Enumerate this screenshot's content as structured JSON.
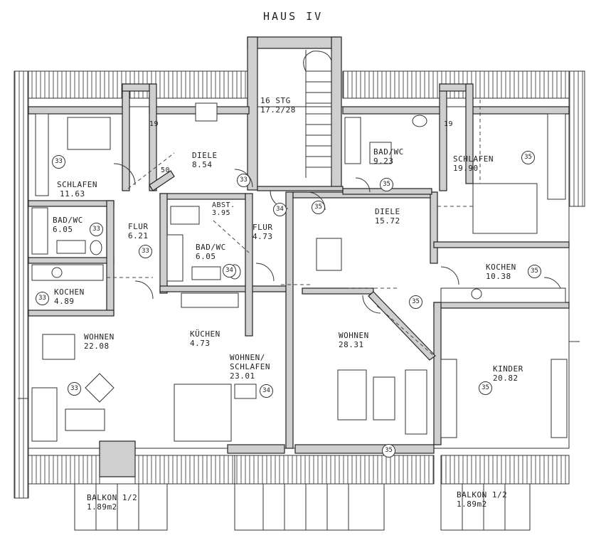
{
  "title": "HAUS IV",
  "stair": {
    "line1": "16 STG",
    "line2": "17.2/28"
  },
  "rooms": {
    "schlafen_left": {
      "name": "SCHLAFEN",
      "area": "11.63"
    },
    "diele_left": {
      "name": "DIELE",
      "area": "8.54"
    },
    "bad_left": {
      "name": "BAD/WC",
      "area": "6.05"
    },
    "flur_left": {
      "name": "FLUR",
      "area": "6.21"
    },
    "kochen_left": {
      "name": "KOCHEN",
      "area": "4.89"
    },
    "wohnen_left": {
      "name": "WOHNEN",
      "area": "22.08"
    },
    "abst": {
      "name": "ABST.",
      "area": "3.95"
    },
    "flur_mid": {
      "name": "FLUR",
      "area": "4.73"
    },
    "bad_mid": {
      "name": "BAD/WC",
      "area": "6.05"
    },
    "kochen_mid": {
      "name": "KÜCHEN",
      "area": "4.73"
    },
    "wohnen_schlafen": {
      "name1": "WOHNEN/",
      "name2": "SCHLAFEN",
      "area": "23.01"
    },
    "bad_right": {
      "name": "BAD/WC",
      "area": "9.23"
    },
    "schlafen_right": {
      "name": "SCHLAFEN",
      "area": "19.90"
    },
    "diele_right": {
      "name": "DIELE",
      "area": "15.72"
    },
    "kochen_right": {
      "name": "KOCHEN",
      "area": "10.38"
    },
    "wohnen_right": {
      "name": "WOHNEN",
      "area": "28.31"
    },
    "kinder": {
      "name": "KINDER",
      "area": "20.82"
    }
  },
  "balkon_left": {
    "name": "BALKON 1/2",
    "area": "1.89m2"
  },
  "balkon_right": {
    "name": "BALKON 1/2",
    "area": "1.89m2"
  },
  "dims": {
    "d19a": "19",
    "d19b": "19",
    "d50": "50"
  },
  "unit_markers": {
    "u33": "33",
    "u34": "34",
    "u35": "35"
  }
}
